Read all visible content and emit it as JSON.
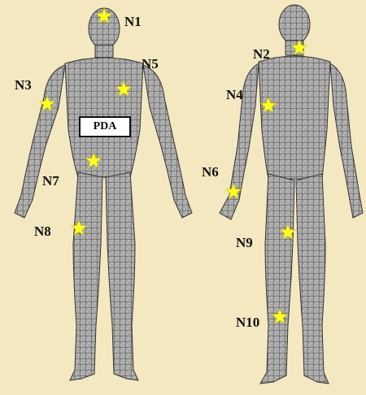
{
  "background_color": "#f4e8c1",
  "body_color": "#9a9a9a",
  "star_color": "#ffff1a",
  "pda_label": "PDA",
  "nodes": [
    {
      "label": "N1"
    },
    {
      "label": "N2"
    },
    {
      "label": "N3"
    },
    {
      "label": "N4"
    },
    {
      "label": "N5"
    },
    {
      "label": "N6"
    },
    {
      "label": "N7"
    },
    {
      "label": "N8"
    },
    {
      "label": "N9"
    },
    {
      "label": "N10"
    }
  ]
}
